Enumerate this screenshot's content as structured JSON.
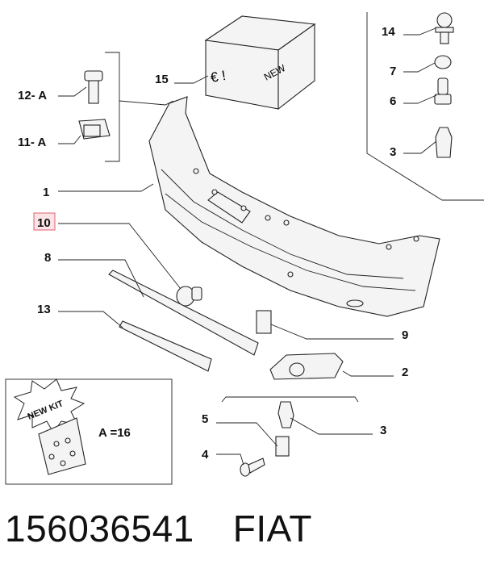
{
  "callouts": {
    "c1": "1",
    "c2": "2",
    "c3a": "3",
    "c3b": "3",
    "c4": "4",
    "c5": "5",
    "c6": "6",
    "c7": "7",
    "c8": "8",
    "c9": "9",
    "c10": "10",
    "c11": "11- A",
    "c12": "12- A",
    "c13": "13",
    "c14": "14",
    "c15": "15"
  },
  "box_labels": {
    "euro": "€ !",
    "new": "NEW"
  },
  "kit": {
    "burst": "NEW KIT",
    "equation": "A =16"
  },
  "highlight_color": "#e06070",
  "footer": {
    "part_number": "156036541",
    "brand": "FIAT"
  }
}
